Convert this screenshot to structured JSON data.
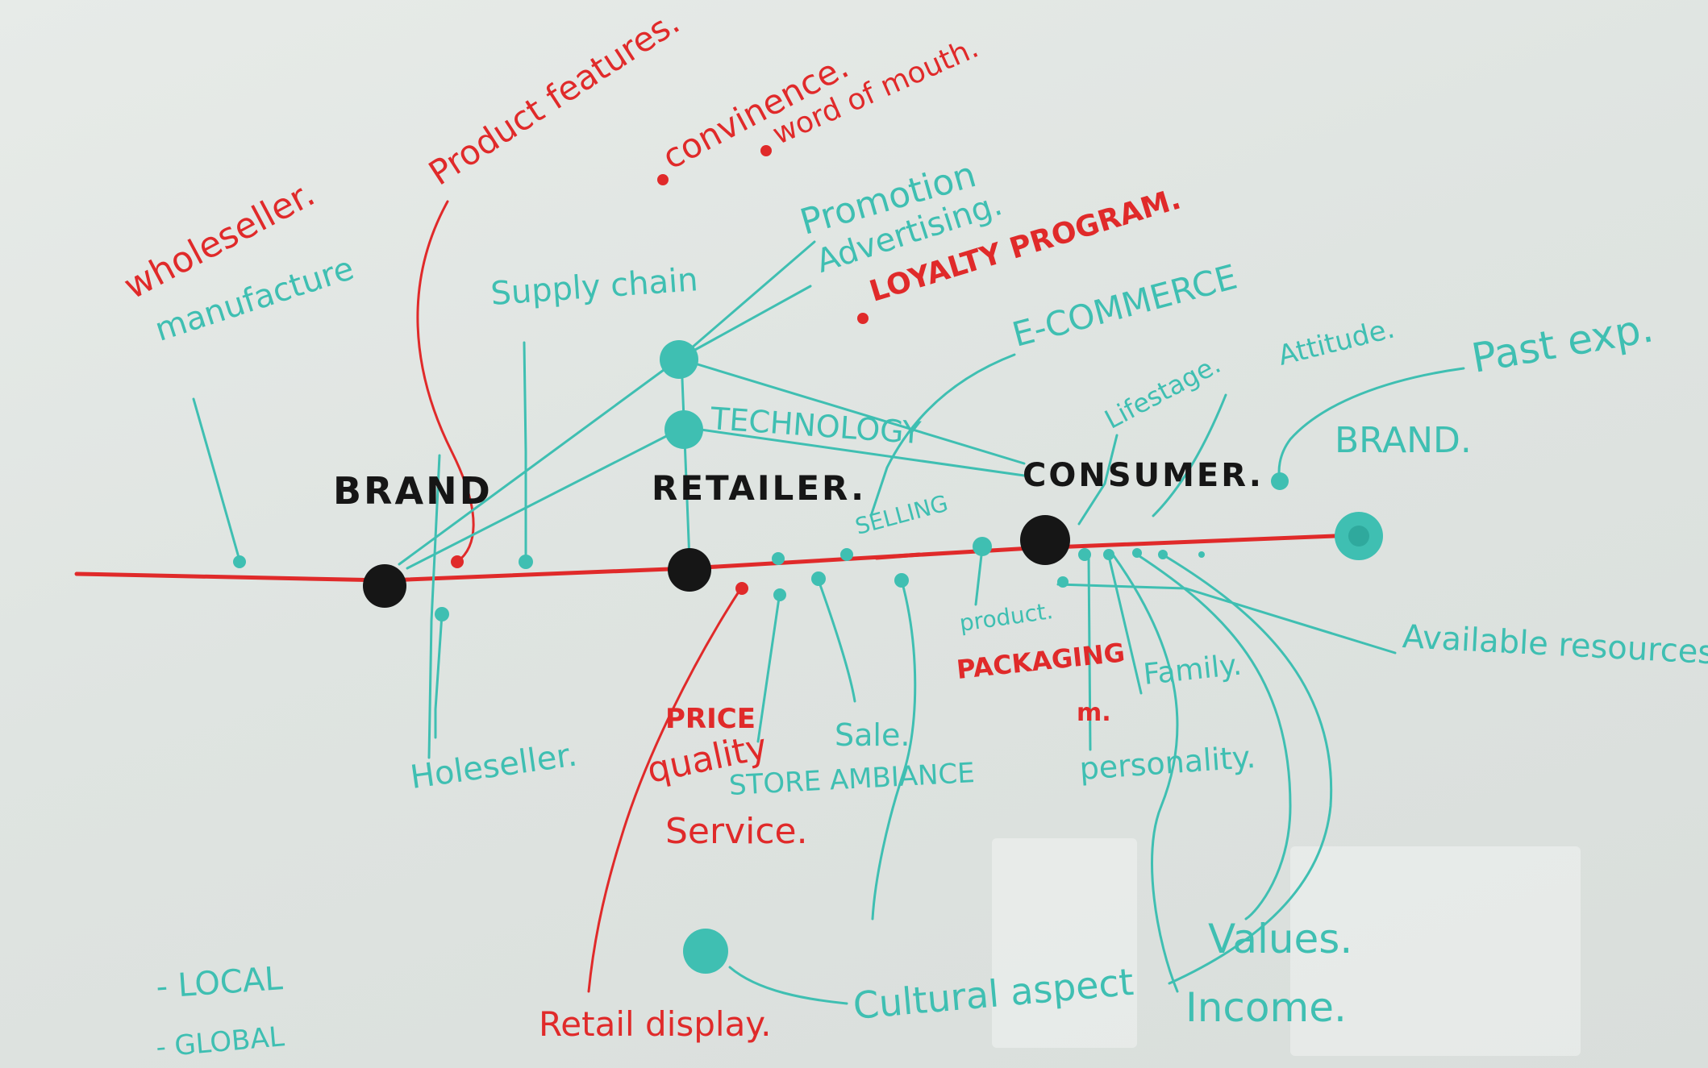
{
  "board": {
    "nodes": {
      "brand": "BRAND",
      "retailer": "RETAILER.",
      "consumer": "CONSUMER."
    },
    "red_notes": {
      "wholeseller": "wholeseller.",
      "product_features": "Product features.",
      "convinence": "convinence.",
      "word_of_mouth": "word of mouth.",
      "loyalty_program": "LOYALTY PROGRAM.",
      "price": "PRICE",
      "quality": "quality",
      "service": "Service.",
      "packaging": "PACKAGING",
      "m": "m.",
      "retail_display": "Retail display."
    },
    "teal_notes": {
      "manufacture": "manufacture",
      "supply_chain": "Supply chain",
      "promotion": "Promotion",
      "advertising": "Advertising.",
      "e_commerce": "E-COMMERCE",
      "technology": "TECHNOLOGY",
      "lifestage": "Lifestage.",
      "attitude": "Attitude.",
      "past_exp": "Past exp.",
      "brand": "BRAND.",
      "selling": "SELLING",
      "product": "product.",
      "available_resources": "Available resources",
      "family": "Family.",
      "personality": "personality.",
      "sale": "Sale.",
      "store_ambiance": "STORE AMBIANCE",
      "holeseller": "Holeseller.",
      "values": "Values.",
      "income": "Income.",
      "cultural_aspect": "Cultural aspect",
      "local": "- LOCAL",
      "global": "- GLOBAL"
    },
    "colors": {
      "red_marker": "#e02a2a",
      "teal_marker": "#3fbfb2",
      "black_marker": "#161616",
      "board": "#dfe4e1"
    }
  }
}
